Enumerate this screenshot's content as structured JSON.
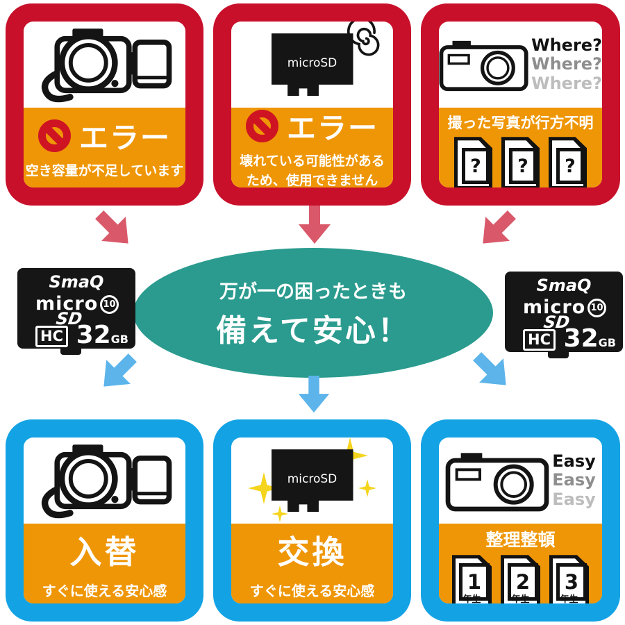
{
  "icons": {
    "camcorder": "camcorder-icon",
    "camera": "camera-icon",
    "microsd": "microsd-card-icon",
    "prohibition": "no-entry-icon",
    "dizzy": "dizzy-spiral-icon",
    "sparkle": "sparkle-icon",
    "question_card": "unknown-sd-card-icon",
    "arrow_down": "arrow-down-icon"
  },
  "colors": {
    "red_frame": "#c8102b",
    "blue_frame": "#13a3e5",
    "orange_panel": "#ef9606",
    "teal_ellipse": "#2a9b8e",
    "arrow_red": "#d9596b",
    "arrow_blue": "#5cb4ea",
    "sparkle_yellow": "#f5d41d",
    "prohibition_red": "#ce1422"
  },
  "top_row": [
    {
      "error_label": "エラー",
      "desc_lines": [
        "空き容量が不足しています"
      ]
    },
    {
      "microsd_label": "microSD",
      "error_label": "エラー",
      "desc_lines": [
        "壊れている可能性がある",
        "ため、使用できません"
      ]
    },
    {
      "where_labels": [
        "Where?",
        "Where?",
        "Where?"
      ],
      "banner": "撮った写真が行方不明",
      "question_marks": [
        "?",
        "?",
        "?"
      ]
    }
  ],
  "center_ellipse": {
    "line1": "万が一の困ったときも",
    "line2": "備えて安心！"
  },
  "sd_card": {
    "brand": "SmaQ",
    "micro": "micro",
    "sd": "SD",
    "hc": "HC",
    "speed_class": "10",
    "capacity": "32",
    "unit": "GB"
  },
  "bottom_row": [
    {
      "title": "入替",
      "subtitle": "すぐに使える安心感"
    },
    {
      "microsd_label": "microSD",
      "title": "交換",
      "subtitle": "すぐに使える安心感"
    },
    {
      "easy_labels": [
        "Easy",
        "Easy",
        "Easy"
      ],
      "banner": "整理整頓",
      "cards": [
        {
          "num": "1",
          "grade": "年生"
        },
        {
          "num": "2",
          "grade": "年生"
        },
        {
          "num": "3",
          "grade": "年生"
        }
      ]
    }
  ]
}
